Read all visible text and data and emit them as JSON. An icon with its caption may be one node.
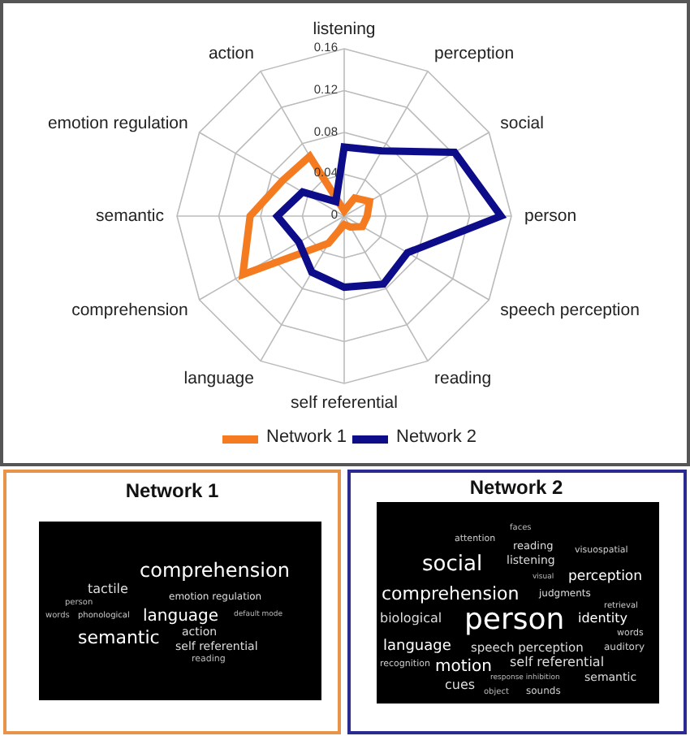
{
  "diagram": {
    "nodes": [
      {
        "text": [
          "Network 1",
          "comprehension",
          "tactile",
          "emotion regulation",
          "person",
          "words",
          "phonological",
          "language",
          "default mode",
          "semantic",
          "action",
          "self referential",
          "reading"
        ]
      },
      {
        "text": [
          "Network 2",
          "faces",
          "attention",
          "reading",
          "visuospatial",
          "social",
          "listening",
          "perception",
          "visual",
          "comprehension",
          "judgments",
          "retrieval",
          "person",
          "biological",
          "identity",
          "words",
          "language",
          "speech perception",
          "auditory",
          "self referential",
          "recognition",
          "motion",
          "semantic",
          "response inhibition",
          "cues",
          "sounds",
          "object"
        ]
      }
    ],
    "labels": [
      "listening",
      "0.16",
      "action",
      "perception",
      "0.12",
      "emotion regulation",
      "social",
      "0.08",
      "0.04",
      "semantic",
      "0",
      "person",
      "comprehension",
      "speech perception",
      "language",
      "reading",
      "self referential"
    ],
    "legend": [
      {
        "text": "Network 1",
        "color": "#f47b20"
      },
      {
        "text": "Network 2",
        "color": "#0d0d8a"
      }
    ]
  }
}
